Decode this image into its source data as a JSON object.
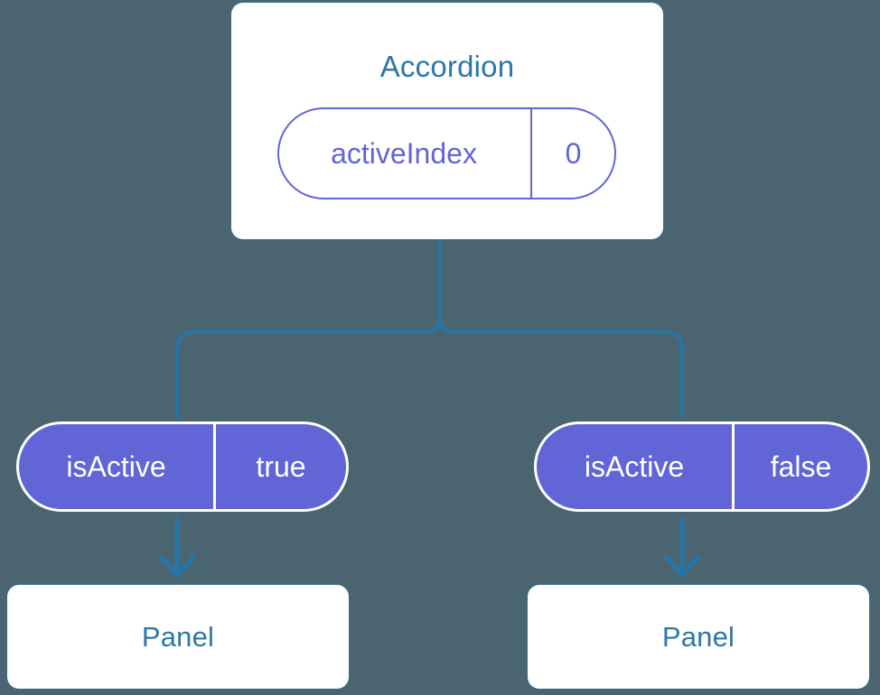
{
  "canvas": {
    "background_color": "#4a6570",
    "connector_color": "#2476a8",
    "title_color": "#2c78a8",
    "accent_purple": "#6165d6"
  },
  "root": {
    "title": "Accordion",
    "prop": {
      "key": "activeIndex",
      "value": "0"
    }
  },
  "branches": [
    {
      "prop": {
        "key": "isActive",
        "value": "true"
      },
      "child": {
        "title": "Panel"
      }
    },
    {
      "prop": {
        "key": "isActive",
        "value": "false"
      },
      "child": {
        "title": "Panel"
      }
    }
  ]
}
